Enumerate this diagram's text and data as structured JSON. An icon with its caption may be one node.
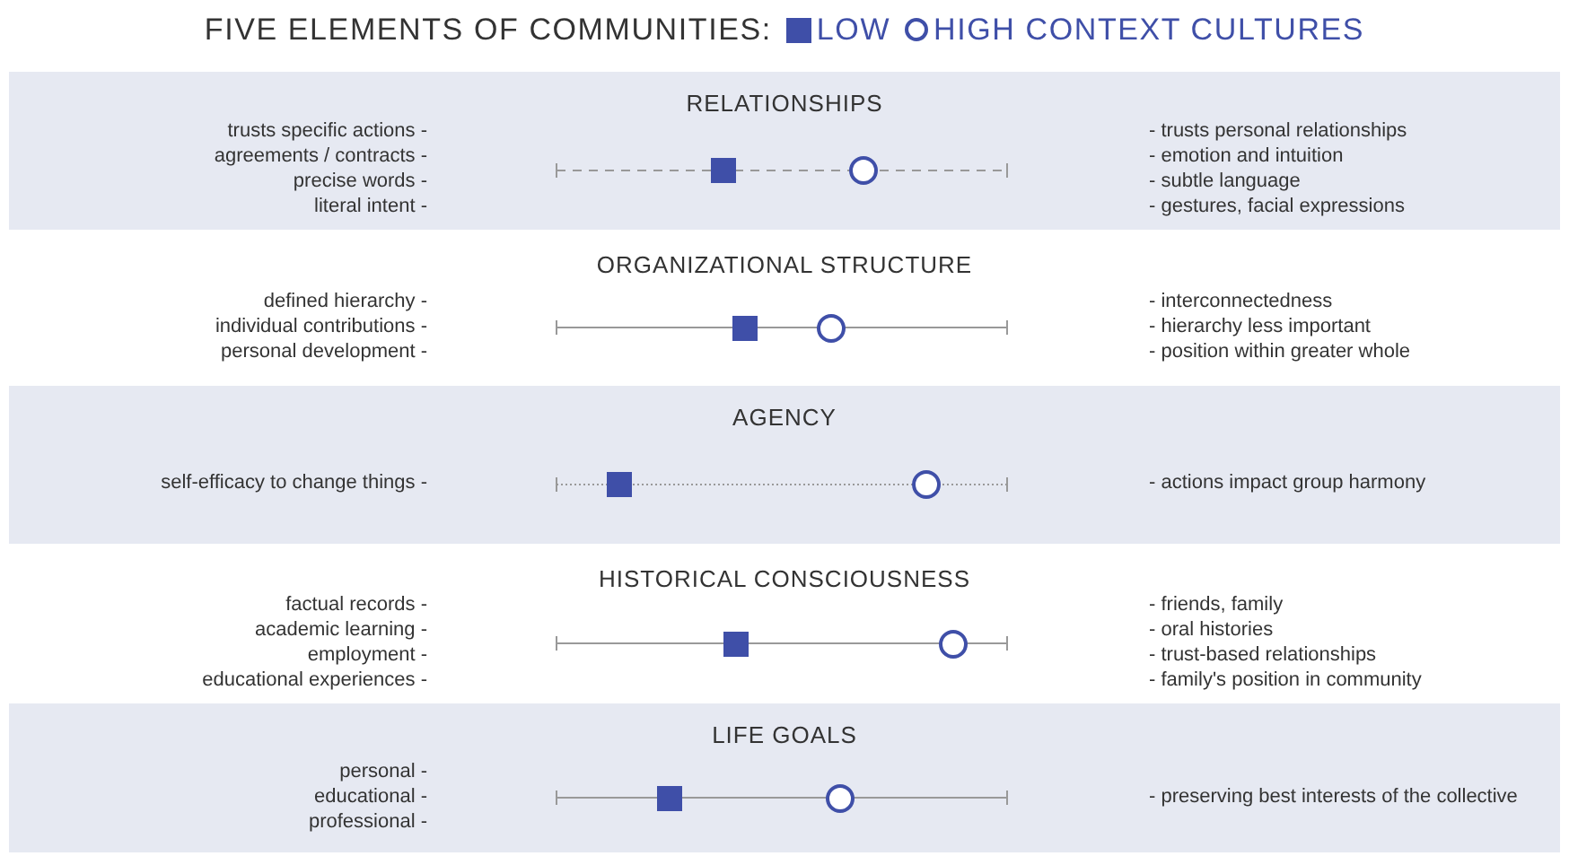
{
  "diagram": {
    "title": "FIVE ELEMENTS OF COMMUNITIES:",
    "nodes": [
      {
        "text": [
          "RELATIONSHIPS"
        ]
      },
      {
        "text": [],
        "shape": "box",
        "in": 0
      },
      {
        "text": [],
        "shape": "circle",
        "in": 0
      },
      {
        "text": [
          "ORGANIZATIONAL STRUCTURE"
        ]
      },
      {
        "text": [],
        "shape": "box",
        "in": 3
      },
      {
        "text": [],
        "shape": "circle",
        "in": 3
      },
      {
        "text": [
          "AGENCY"
        ]
      },
      {
        "text": [],
        "shape": "box",
        "in": 6
      },
      {
        "text": [],
        "shape": "circle",
        "in": 6
      },
      {
        "text": [
          "HISTORICAL CONSCIOUSNESS"
        ]
      },
      {
        "text": [],
        "shape": "box",
        "in": 9
      },
      {
        "text": [],
        "shape": "circle",
        "in": 9
      },
      {
        "text": [
          "LIFE GOALS"
        ]
      },
      {
        "text": [],
        "shape": "box",
        "in": 12
      },
      {
        "text": [],
        "shape": "circle",
        "in": 12
      }
    ],
    "labels": [
      "trusts specific actions -",
      "agreements / contracts -",
      "precise words -",
      "literal intent -",
      "- trusts personal relationships",
      "- emotion and intuition",
      "- subtle language",
      "- gestures, facial expressions",
      "defined hierarchy -",
      "individual contributions -",
      "personal development -",
      "- interconnectedness",
      "- hierarchy less important",
      "- position within greater whole",
      "self-efficacy to change things -",
      "- actions impact group harmony",
      "factual records -",
      "academic learning -",
      "employment -",
      "educational experiences -",
      "- friends, family",
      "- oral histories",
      "- trust-based relationships",
      "- family's position in community",
      "personal -",
      "educational -",
      "professional -",
      "- preserving best interests of the collective"
    ],
    "legend": [
      {
        "text": "LOW"
      },
      {
        "text": "HIGH CONTEXT CULTURES"
      }
    ]
  }
}
